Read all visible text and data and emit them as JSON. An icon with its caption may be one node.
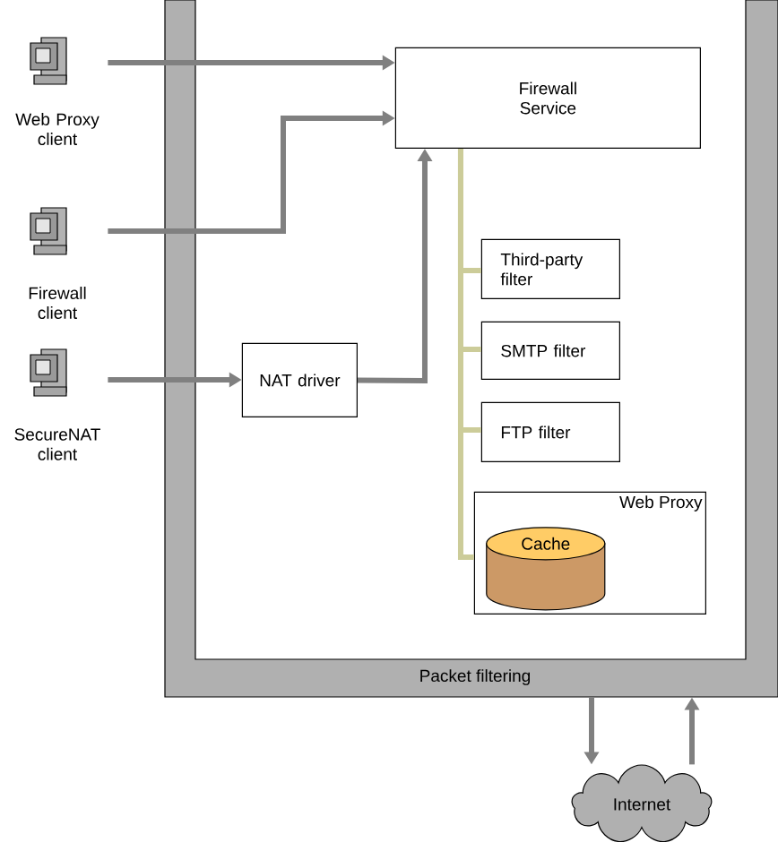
{
  "diagram": {
    "nodes": [
      {
        "text": [
          "Packet filtering"
        ]
      },
      {
        "text": [
          "Web Proxy client"
        ]
      },
      {
        "text": [
          "Firewall client"
        ]
      },
      {
        "text": [
          "SecureNAT client"
        ]
      },
      {
        "text": [
          "Firewall Service"
        ],
        "in": 0
      },
      {
        "text": [
          "NAT driver"
        ],
        "in": 0
      },
      {
        "text": [
          "Third-party filter"
        ],
        "in": 0
      },
      {
        "text": [
          "SMTP filter"
        ],
        "in": 0
      },
      {
        "text": [
          "FTP filter"
        ],
        "in": 0
      },
      {
        "text": [
          "Web Proxy"
        ],
        "in": 0
      },
      {
        "text": [
          "Cache"
        ],
        "in": 9
      },
      {
        "text": [
          "Internet"
        ]
      }
    ],
    "edges": [
      {
        "from": 1,
        "to": 4,
        "arrow": "to"
      },
      {
        "from": 2,
        "to": 4,
        "arrow": "to"
      },
      {
        "from": 3,
        "to": 5,
        "arrow": "to"
      },
      {
        "from": 5,
        "to": 4,
        "arrow": "to"
      },
      {
        "from": 4,
        "to": 6,
        "arrow": "none",
        "color": "#cccc99"
      },
      {
        "from": 4,
        "to": 7,
        "arrow": "none",
        "color": "#cccc99"
      },
      {
        "from": 4,
        "to": 8,
        "arrow": "none",
        "color": "#cccc99"
      },
      {
        "from": 4,
        "to": 9,
        "arrow": "none",
        "color": "#cccc99"
      },
      {
        "from": 0,
        "to": 11,
        "arrow": "to"
      },
      {
        "from": 11,
        "to": 0,
        "arrow": "to"
      }
    ]
  }
}
